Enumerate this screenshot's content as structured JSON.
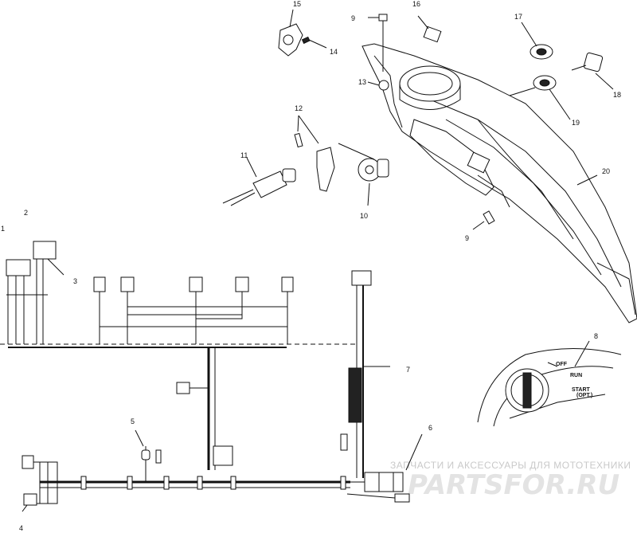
{
  "callouts": {
    "c1": "1",
    "c2": "2",
    "c3": "3",
    "c4": "4",
    "c5": "5",
    "c6": "6",
    "c7": "7",
    "c8": "8",
    "c9a": "9",
    "c9b": "9",
    "c10": "10",
    "c11": "11",
    "c12": "12",
    "c13": "13",
    "c14": "14",
    "c15": "15",
    "c16": "16",
    "c17": "17",
    "c18": "18",
    "c19": "19",
    "c20": "20"
  },
  "switch_panel": {
    "off": "OFF",
    "run": "RUN",
    "start": "START",
    "start_sub": "(OPT.)"
  },
  "watermark": {
    "tagline": "ЗАПЧАСТИ И АКСЕССУАРЫ ДЛЯ МОТОТЕХНИКИ",
    "brand": "PARTSFOR.RU"
  }
}
